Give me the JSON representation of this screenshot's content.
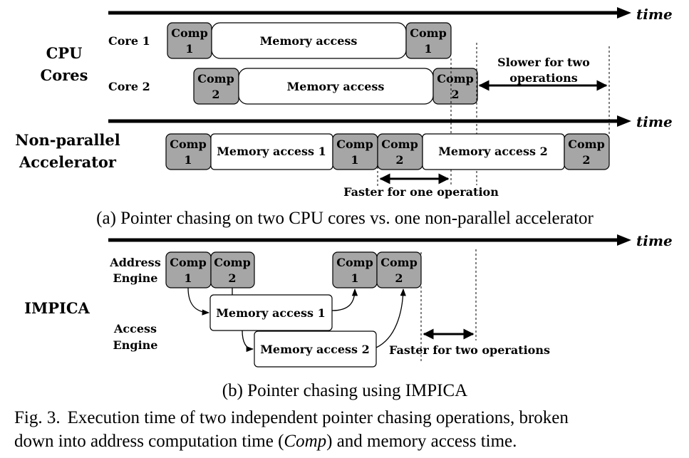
{
  "axis_label": "time",
  "comp_word": "Comp",
  "comp1_num": "1",
  "comp2_num": "2",
  "section_a": {
    "row_label_line1": "CPU",
    "row_label_line2": "Cores",
    "core1_label": "Core 1",
    "core2_label": "Core 2",
    "memory_access": "Memory access",
    "slower_line1": "Slower for two",
    "slower_line2": "operations",
    "accel_label_line1": "Non-parallel",
    "accel_label_line2": "Accelerator",
    "memory_access_1": "Memory access 1",
    "memory_access_2": "Memory access 2",
    "faster_one": "Faster for one operation",
    "caption": "(a) Pointer chasing on two CPU cores vs. one non-parallel accelerator"
  },
  "section_b": {
    "row_label": "IMPICA",
    "address_engine_line1": "Address",
    "address_engine_line2": "Engine",
    "access_engine_line1": "Access",
    "access_engine_line2": "Engine",
    "memory_access_1": "Memory access 1",
    "memory_access_2": "Memory access 2",
    "faster_two": "Faster for two operations",
    "caption": "(b) Pointer chasing using IMPICA"
  },
  "figure_caption": {
    "prefix": "Fig. 3.",
    "line1_text": "Execution time of two independent pointer chasing operations, broken",
    "line2_before": "down into address computation time (",
    "line2_italic": "Comp",
    "line2_after": ") and memory access time."
  }
}
